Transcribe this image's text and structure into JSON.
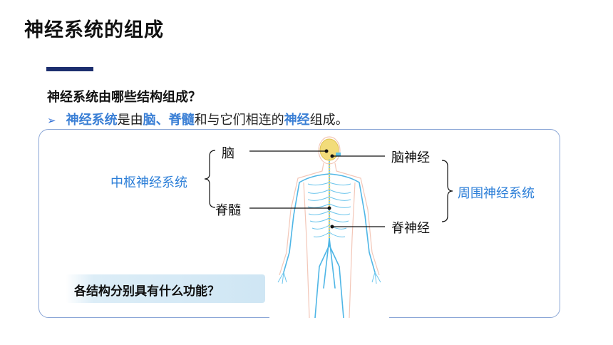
{
  "slide": {
    "title": "神经系统的组成",
    "question": "神经系统由哪些结构组成？",
    "bullet": {
      "arrow": "➢",
      "parts": [
        {
          "text": "神经系统",
          "highlight": true
        },
        {
          "text": "是由",
          "highlight": false
        },
        {
          "text": "脑、脊髓",
          "highlight": true
        },
        {
          "text": "和与它们相连的",
          "highlight": false
        },
        {
          "text": "神经",
          "highlight": true
        },
        {
          "text": "组成。",
          "highlight": false
        }
      ]
    },
    "diagram": {
      "central": "中枢神经系统",
      "brain": "脑",
      "spinal_cord": "脊髓",
      "cranial_nerves": "脑神经",
      "spinal_nerves": "脊神经",
      "peripheral": "周围神经系统"
    },
    "banner": "各结构分别具有什么功能？",
    "colors": {
      "accent_bar": "#1c2e6e",
      "highlight": "#3a7fd5",
      "nerve": "#4fb6e6",
      "brain": "#f2dc7a"
    }
  }
}
